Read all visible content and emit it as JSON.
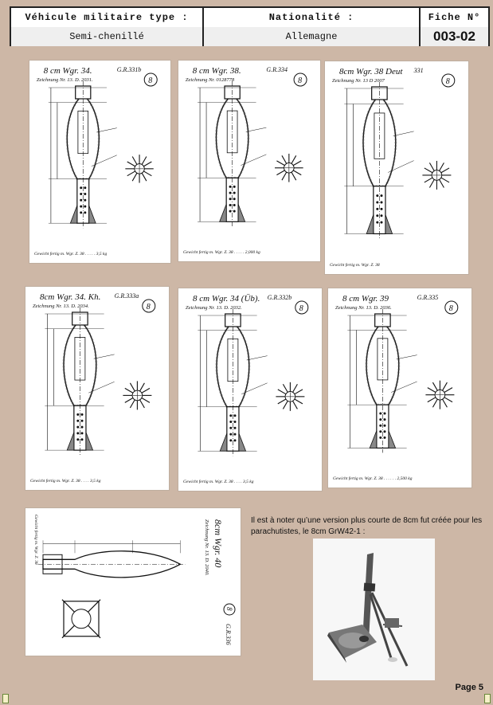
{
  "header": {
    "vehicle_label": "Véhicule militaire type :",
    "nationality_label": "Nationalité :",
    "fiche_label": "Fiche N°",
    "vehicle_value": "Semi-chenillé",
    "nationality_value": "Allemagne",
    "fiche_value": "003-02"
  },
  "drawings": [
    {
      "title": "8 cm Wgr. 34.",
      "ref": "G.R.331b",
      "zeichnung": "Zeichnung Nr. 13. D. 2031.",
      "num": "8",
      "footer": "Gewicht fertig m. Wgr. Z. 38 . . . . . 3,5 kg"
    },
    {
      "title": "8 cm Wgr. 38.",
      "ref": "G.R.334",
      "zeichnung": "Zeichnung Nr. 0128778",
      "num": "8",
      "footer": "Gewicht fertig m. Wgr. Z. 38 . . . . . 2,000 kg"
    },
    {
      "title": "8cm Wgr. 38 Deut",
      "ref": "331",
      "zeichnung": "Zeichnung Nr. 13 D 2007",
      "num": "8",
      "footer": "Gewicht fertig m. Wgr. Z. 38"
    },
    {
      "title": "8cm Wgr. 34. Kh.",
      "ref": "G.R.333a",
      "zeichnung": "Zeichnung Nr. 13. D. 2034.",
      "num": "8",
      "footer": "Gewicht fertig m. Wgr. Z. 38 . . . . 3,5 kg"
    },
    {
      "title": "8 cm Wgr. 34 (Üb).",
      "ref": "G.R.332b",
      "zeichnung": "Zeichnung Nr. 13. D. 2032.",
      "num": "8",
      "footer": "Gewicht fertig m. Wgr. Z. 38 . . . . 3,5 kg"
    },
    {
      "title": "8 cm Wgr. 39",
      "ref": "G.R.335",
      "zeichnung": "Zeichnung Nr. 13. D. 2036.",
      "num": "8",
      "footer": "Gewicht fertig m. Wgr. Z. 38 . . . . . . 2,500 kg"
    },
    {
      "title": "8cm Wgr. 40",
      "ref": "G.R.336",
      "zeichnung": "Zeichnung Nr. 13. D. 2040.",
      "num": "8",
      "footer": "Gewicht fertig m. Wgr. Z. 38"
    }
  ],
  "note": "Il est à noter qu’une version  plus courte de 8cm fut créée pour les parachutistes, le 8cm GrW42-1 :",
  "page_label": "Page 5"
}
